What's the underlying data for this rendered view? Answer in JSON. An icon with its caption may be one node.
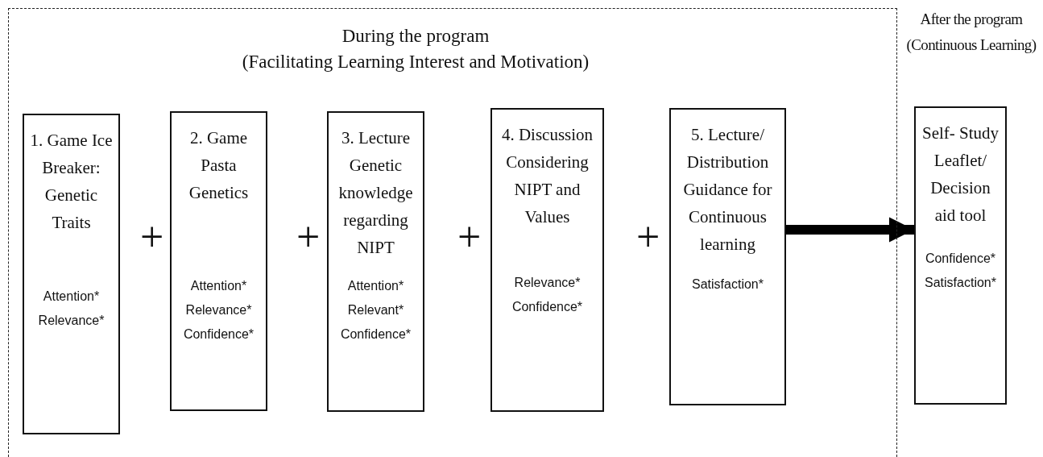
{
  "diagram": {
    "nodes": [
      {
        "text": [
          "During the program",
          "(Facilitating Learning Interest and Motivation)"
        ]
      },
      {
        "text": [
          "1. Game Ice Breaker: Genetic Traits",
          "Attention* Relevance*"
        ],
        "in": 0
      },
      {
        "text": [
          "2. Game Pasta Genetics",
          "Attention* Relevance* Confidence*"
        ],
        "in": 0
      },
      {
        "text": [
          "3. Lecture Genetic knowledge regarding NIPT",
          "Attention* Relevant* Confidence*"
        ],
        "in": 0
      },
      {
        "text": [
          "4. Discussion Considering NIPT and Values",
          "Relevance* Confidence*"
        ],
        "in": 0
      },
      {
        "text": [
          "5. Lecture/ Distribution Guidance for Continuous learning",
          "Satisfaction*"
        ],
        "in": 0
      },
      {
        "text": [
          "Self- Study Leaflet/ Decision aid tool",
          "Confidence* Satisfaction*"
        ]
      }
    ],
    "edges": [
      {
        "from": 5,
        "to": 6,
        "arrow": "to"
      }
    ],
    "labels": [
      "After the program",
      "(Continuous Learning)",
      "+",
      "+",
      "+",
      "+"
    ]
  }
}
